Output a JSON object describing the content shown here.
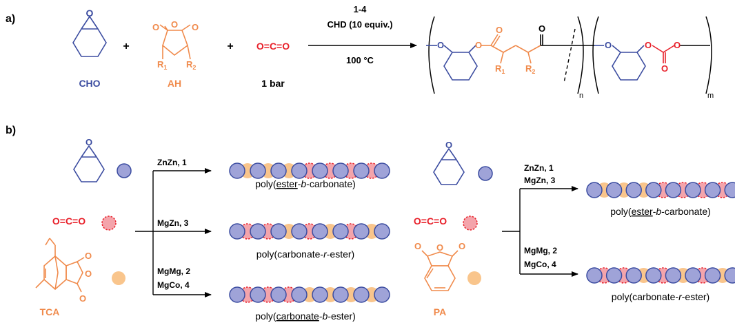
{
  "panel_a": {
    "label": "a)",
    "cho_label": "CHO",
    "ah_label": "AH",
    "r1": "R",
    "r1_sub": "1",
    "r2": "R",
    "r2_sub": "2",
    "co2": "O=C=O",
    "pressure": "1 bar",
    "plus": "+",
    "catalysts": "1-4",
    "additive": "CHD (10 equiv.)",
    "temperature": "100 °C",
    "n": "n",
    "m": "m"
  },
  "panel_b": {
    "label": "b)",
    "tca_label": "TCA",
    "pa_label": "PA",
    "co2_left": "O=C=O",
    "co2_right": "O=C=O",
    "left": {
      "branch1_cat": "ZnZn, 1",
      "branch2_cat": "MgZn, 3",
      "branch3_cat1": "MgMg, 2",
      "branch3_cat2": "MgCo, 4",
      "product1": [
        "poly(",
        "ester",
        "-",
        "b",
        "-carbonate)"
      ],
      "product2": [
        "poly(carbonate-",
        "r",
        "-ester)"
      ],
      "product3": [
        "poly(",
        "carbonate",
        "-",
        "b",
        "-ester)"
      ]
    },
    "right": {
      "branch1_cat1": "ZnZn, 1",
      "branch1_cat2": "MgZn, 3",
      "branch2_cat1": "MgMg, 2",
      "branch2_cat2": "MgCo, 4",
      "product1": [
        "poly(",
        "ester",
        "-",
        "b",
        "-carbonate)"
      ],
      "product2": [
        "poly(carbonate-",
        "r",
        "-ester)"
      ]
    }
  },
  "colors": {
    "epoxide": "#3b4ca0",
    "anhydride": "#f08a4b",
    "co2": "#e8202a",
    "bead_blue": "#9fa3d8",
    "bead_orange": "#f9c58c",
    "bead_pink": "#f4a4ab"
  },
  "chains": {
    "left1": [
      "B",
      "O",
      "B",
      "O",
      "B",
      "O",
      "B",
      "P",
      "B",
      "P",
      "B",
      "P",
      "B",
      "P",
      "B"
    ],
    "left2": [
      "B",
      "P",
      "B",
      "P",
      "B",
      "O",
      "B",
      "P",
      "B",
      "O",
      "B",
      "P",
      "B",
      "O",
      "B"
    ],
    "left3": [
      "B",
      "P",
      "B",
      "P",
      "B",
      "P",
      "B",
      "O",
      "B",
      "O",
      "B",
      "O",
      "B",
      "O",
      "B"
    ],
    "right1": [
      "B",
      "O",
      "B",
      "O",
      "B",
      "O",
      "B",
      "P",
      "B",
      "P",
      "B",
      "P",
      "B",
      "P",
      "B"
    ],
    "right2": [
      "B",
      "P",
      "B",
      "P",
      "B",
      "O",
      "B",
      "P",
      "B",
      "O",
      "B",
      "P",
      "B",
      "O",
      "B"
    ]
  }
}
